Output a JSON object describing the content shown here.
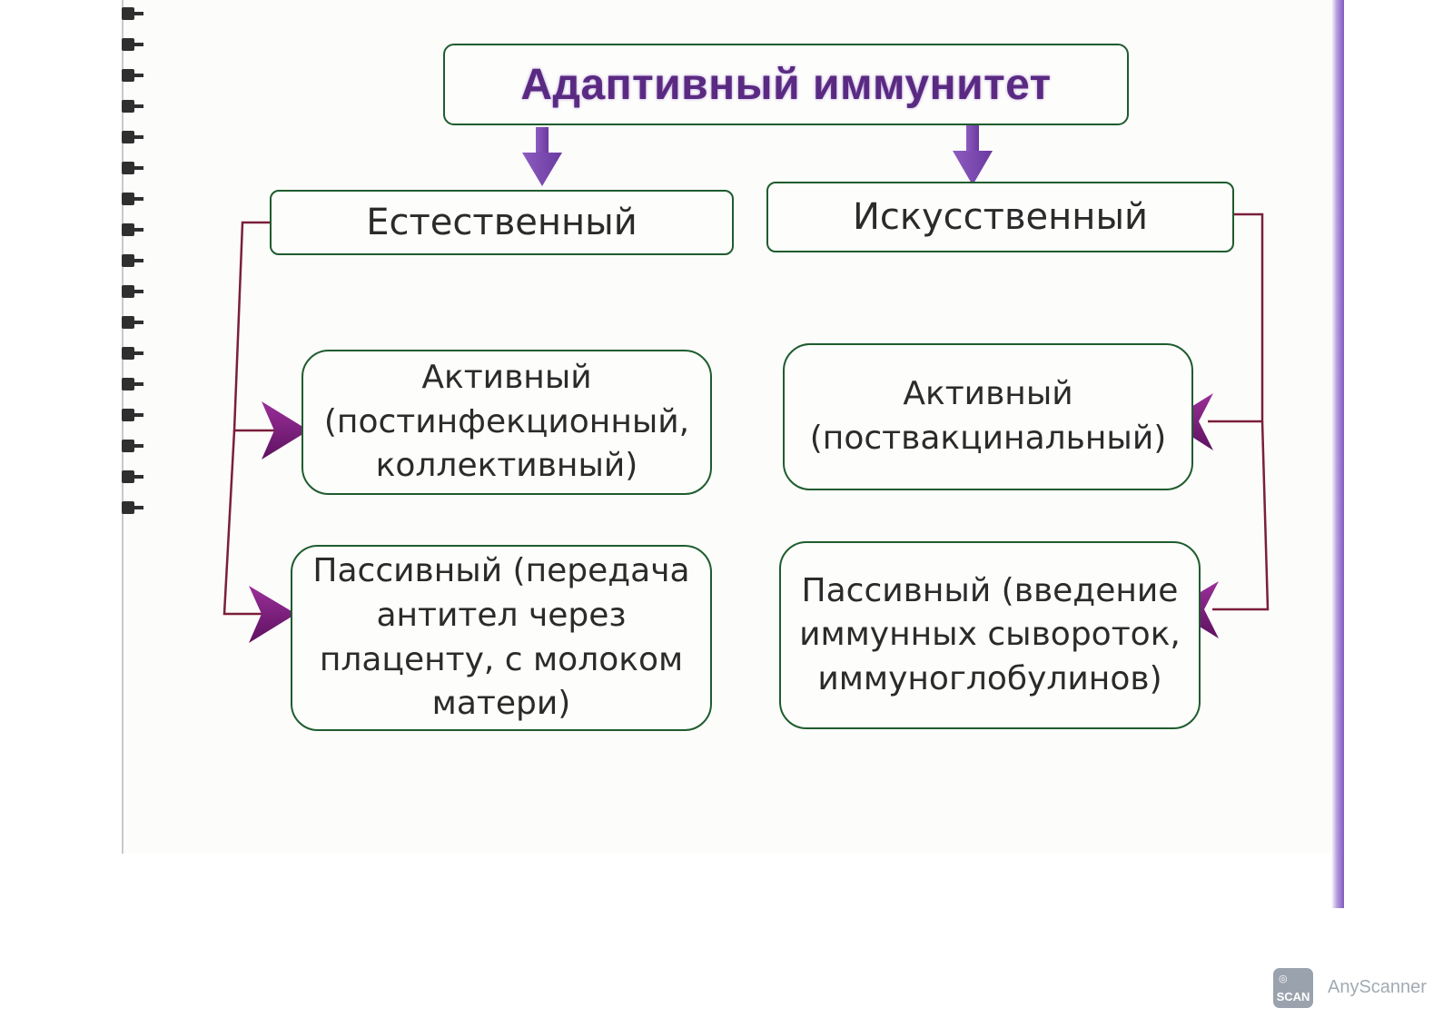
{
  "diagram": {
    "title": "Адаптивный иммунитет",
    "branches": {
      "natural": {
        "label": "Естественный",
        "active": [
          "Активный",
          "(постинфекционный,",
          "коллективный)"
        ],
        "passive": [
          "Пассивный (передача",
          "антител через",
          "плаценту, с молоком",
          "матери)"
        ]
      },
      "artificial": {
        "label": "Искусственный",
        "active": [
          "Активный",
          "(поствакцинальный)"
        ],
        "passive": [
          "Пассивный (введение",
          "иммунных сывороток,",
          "иммуноглобулинов)"
        ]
      }
    }
  },
  "colors": {
    "box_border": "#1e5c2e",
    "title_text": "#5a2a82",
    "arrow_fill": "#7a1f7a",
    "connector": "#7a1f3a"
  },
  "watermark": {
    "icon_text": "SCAN",
    "label": "AnyScanner"
  }
}
